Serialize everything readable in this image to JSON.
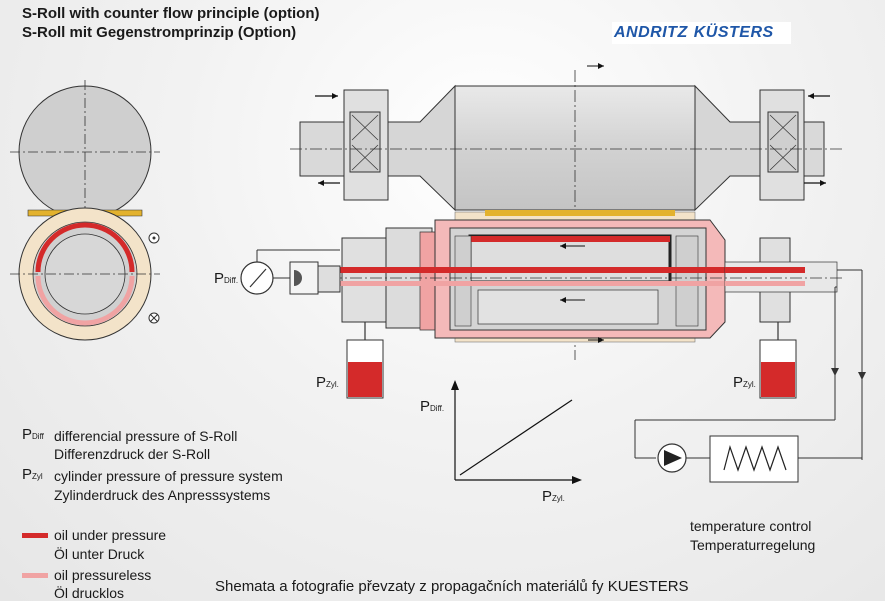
{
  "title_en": "S-Roll with counter flow principle (option)",
  "title_de": "S-Roll mit Gegenstromprinzip (Option)",
  "logo": {
    "part1": "ANDRITZ",
    "part2": "KÜSTERS"
  },
  "labels": {
    "p_diff_symbol": "P",
    "p_diff_sub": "Diff.",
    "p_zyl_symbol": "P",
    "p_zyl_sub": "Zyl.",
    "graph_y_symbol": "P",
    "graph_y_sub": "Diff.",
    "graph_x_symbol": "P",
    "graph_x_sub": "Zyl."
  },
  "legend": {
    "pdiff_symbol": "P",
    "pdiff_sub": "Diff",
    "pdiff_en": "differencial pressure of S-Roll",
    "pdiff_de": "Differenzdruck der S-Roll",
    "pzyl_symbol": "P",
    "pzyl_sub": "Zyl",
    "pzyl_en": "cylinder pressure of pressure system",
    "pzyl_de": "Zylinderdruck des Anpresssystems",
    "oil_pressure_en": "oil under pressure",
    "oil_pressure_de": "Öl unter Druck",
    "oil_pressureless_en": "oil pressureless",
    "oil_pressureless_de": "Öl drucklos"
  },
  "temperature": {
    "en": "temperature control",
    "de": "Temperaturregelung"
  },
  "caption": "Shemata a fotografie převzaty  z propagačních materiálů fy KUESTERS",
  "colors": {
    "oil_pressure": "#d42a2a",
    "oil_pressureless": "#f0a3a3",
    "roll_grey": "#d5d5d5",
    "felt": "#f3e3c9",
    "nip": "#e3b22e",
    "logo_blue": "#1f57a8"
  }
}
